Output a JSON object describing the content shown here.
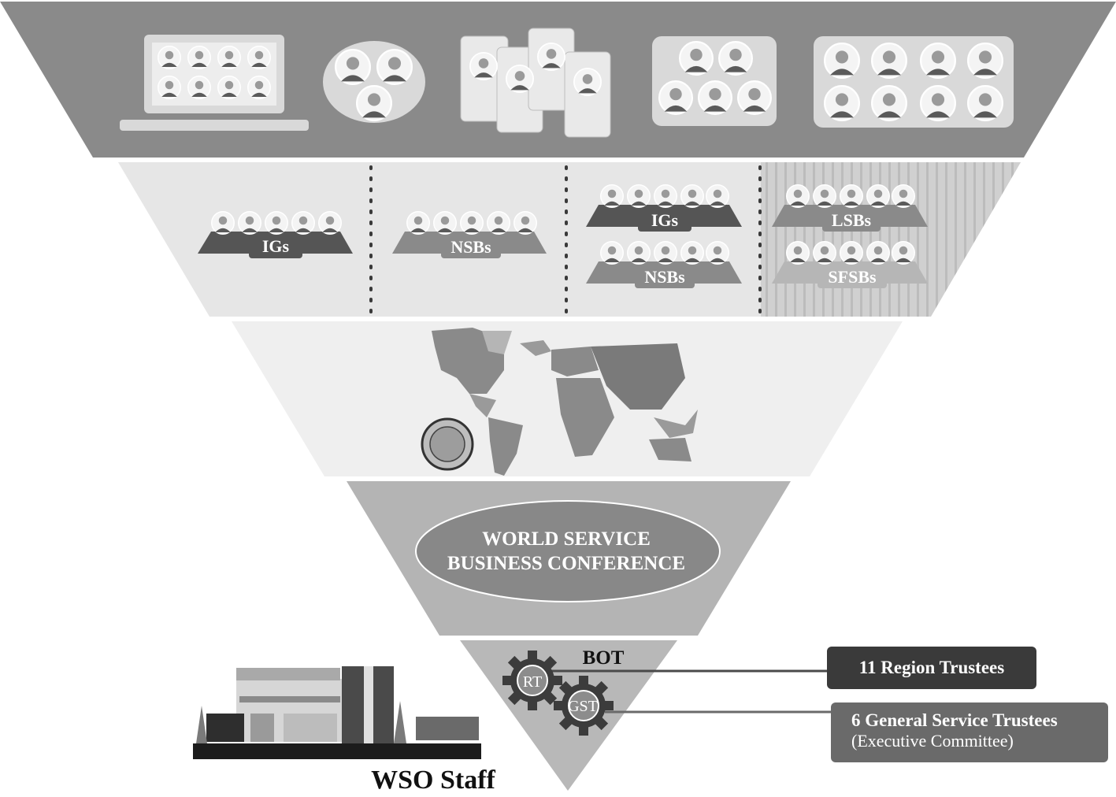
{
  "tier_meetings": {
    "col1": {
      "label": "IGs"
    },
    "col2": {
      "label": "NSBs"
    },
    "col3": {
      "top_label": "IGs",
      "bottom_label": "NSBs"
    },
    "col4": {
      "top_label": "LSBs",
      "bottom_label": "SFSBs"
    }
  },
  "conference": {
    "line1": "WORLD SERVICE",
    "line2": "BUSINESS CONFERENCE"
  },
  "board": {
    "title": "BOT",
    "gear1": "RT",
    "gear2": "GST",
    "region_trustees": "11 Region Trustees",
    "gs_trustees_title": "6 General Service Trustees",
    "gs_trustees_sub": "(Executive Committee)"
  },
  "staff": {
    "label": "WSO Staff"
  },
  "colors": {
    "top_band": "#8a8a8a",
    "light_band": "#e6e6e6",
    "map_band": "#efefef",
    "conf_band": "#b4b4b4",
    "bottom_band": "#b8b8b8",
    "dark_pill": "#6a6a6a"
  }
}
